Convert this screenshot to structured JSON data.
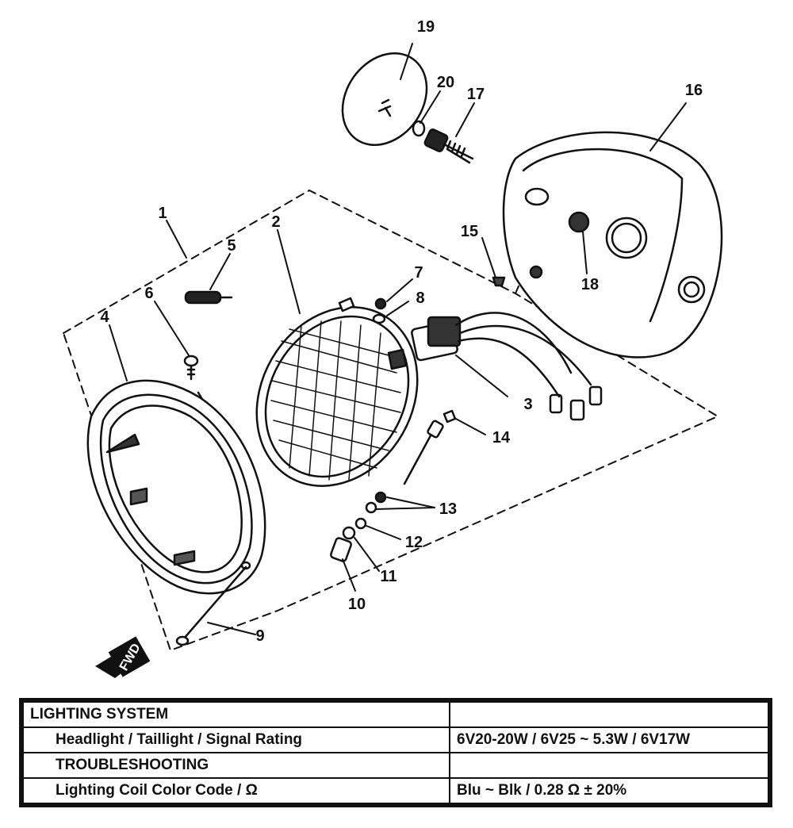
{
  "callouts": {
    "n1": "1",
    "n2": "2",
    "n3": "3",
    "n4": "4",
    "n5": "5",
    "n6": "6",
    "n7": "7",
    "n8": "8",
    "n9": "9",
    "n10": "10",
    "n11": "11",
    "n12": "12",
    "n13": "13",
    "n14": "14",
    "n15": "15",
    "n16": "16",
    "n17": "17",
    "n18": "18",
    "n19": "19",
    "n20": "20"
  },
  "fwd_label": "FWD",
  "table": {
    "section_title": "LIGHTING SYSTEM",
    "rating_label": "Headlight / Taillight / Signal Rating",
    "rating_value": "6V20-20W / 6V25 ~ 5.3W / 6V17W",
    "troubleshooting_title": "TROUBLESHOOTING",
    "coil_label": "Lighting Coil Color Code / Ω",
    "coil_value": "Blu ~ Blk / 0.28 Ω ± 20%"
  }
}
